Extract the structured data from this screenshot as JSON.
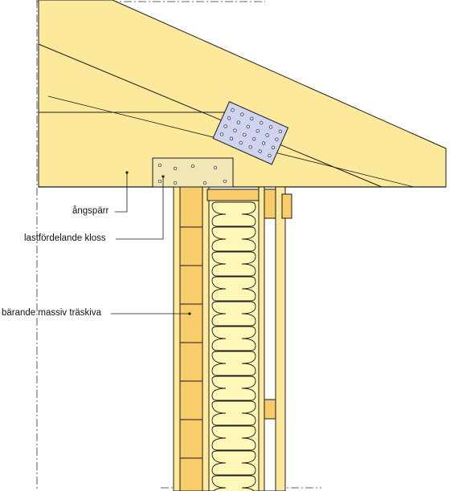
{
  "labels": {
    "rafter": "ångspärr",
    "block": "lastfördelande kloss",
    "panel": "bärande massiv träskiva"
  },
  "colors": {
    "wood": "#fde99c",
    "wood_dark": "#f8cc6a",
    "insulation": "#fff7b8",
    "plate": "#cfd2f0",
    "steel": "#e8d9a0",
    "line": "#1a1a1a"
  }
}
